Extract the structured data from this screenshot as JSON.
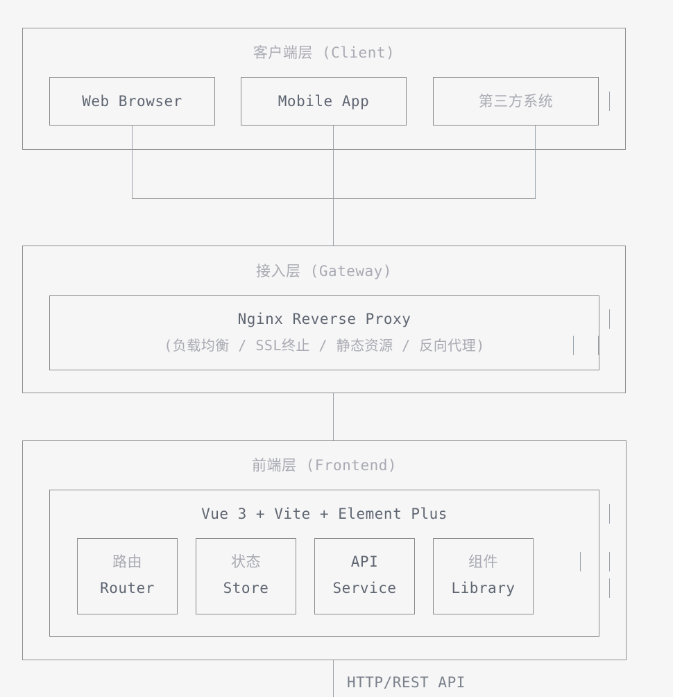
{
  "diagram": {
    "title": "System Architecture Layer Diagram",
    "style": "ascii-art",
    "background_color": "#f6f6f6",
    "line_color": "#8a8a8a",
    "latin_text_color": "#5f6672",
    "cjk_text_color": "#a9aab3",
    "connector_color": "#9aa3ab"
  },
  "layers": [
    {
      "id": "client",
      "heading": "客户端层 (Client)",
      "nodes": [
        {
          "id": "web-browser",
          "label": "Web Browser"
        },
        {
          "id": "mobile-app",
          "label": "Mobile App"
        },
        {
          "id": "third-party",
          "label": "第三方系统"
        }
      ]
    },
    {
      "id": "gateway",
      "heading": "接入层 (Gateway)",
      "nodes": [
        {
          "id": "nginx",
          "label": "Nginx Reverse Proxy",
          "sublabel": "(负载均衡 / SSL终止 / 静态资源 / 反向代理)"
        }
      ]
    },
    {
      "id": "frontend",
      "heading": "前端层 (Frontend)",
      "nodes": [
        {
          "id": "vue-stack",
          "label": "Vue 3 + Vite + Element Plus",
          "children": [
            {
              "id": "router",
              "line1": "路由",
              "line2": "Router"
            },
            {
              "id": "store",
              "line1": "状态",
              "line2": "Store"
            },
            {
              "id": "api-service",
              "line1": "API",
              "line2": "Service"
            },
            {
              "id": "component-library",
              "line1": "组件",
              "line2": "Library"
            }
          ]
        }
      ]
    }
  ],
  "connectors": [
    {
      "id": "client-to-gateway",
      "label": ""
    },
    {
      "id": "gateway-to-frontend",
      "label": ""
    },
    {
      "id": "frontend-to-backend",
      "label": "HTTP/REST API"
    }
  ]
}
